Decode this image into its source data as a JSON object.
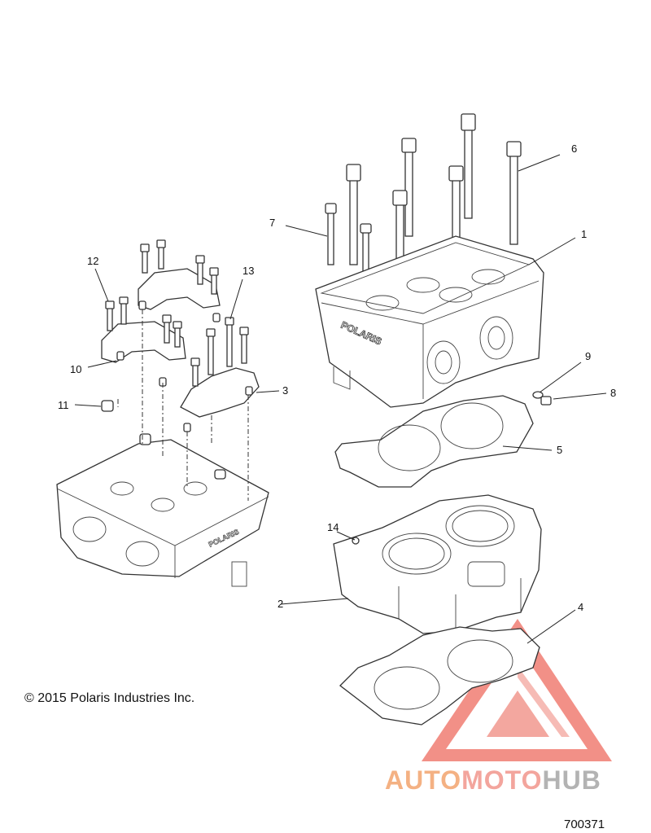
{
  "copyright": "© 2015 Polaris Industries Inc.",
  "figure_code": "700371",
  "watermark": {
    "part1": "AUTO",
    "part2": "MOTO",
    "part3": "HUB"
  },
  "cylinder_head_label": "POLARIS",
  "colors": {
    "watermark_orange": "#f4b183",
    "watermark_red": "#ee6b5f",
    "watermark_gray": "#b3b3b3",
    "line": "#333333"
  },
  "callouts": {
    "c1": "1",
    "c2": "2",
    "c3": "3",
    "c4": "4",
    "c5": "5",
    "c6": "6",
    "c7": "7",
    "c8": "8",
    "c9": "9",
    "c10": "10",
    "c11": "11",
    "c12": "12",
    "c13": "13",
    "c14": "14"
  }
}
